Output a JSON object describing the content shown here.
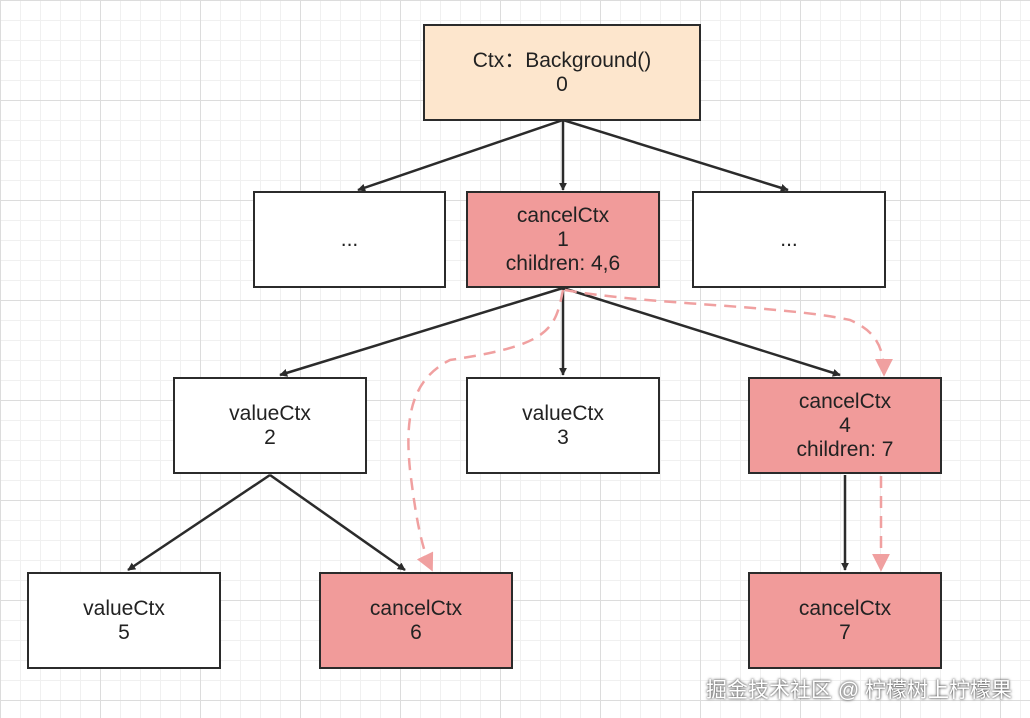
{
  "nodes": {
    "root": {
      "lines": [
        "Ctx：Background()",
        "0"
      ]
    },
    "ellipsis_left": {
      "lines": [
        "..."
      ]
    },
    "cancel1": {
      "lines": [
        "cancelCtx",
        "1",
        "children: 4,6"
      ]
    },
    "ellipsis_right": {
      "lines": [
        "..."
      ]
    },
    "value2": {
      "lines": [
        "valueCtx",
        "2"
      ]
    },
    "value3": {
      "lines": [
        "valueCtx",
        "3"
      ]
    },
    "cancel4": {
      "lines": [
        "cancelCtx",
        "4",
        "children: 7"
      ]
    },
    "value5": {
      "lines": [
        "valueCtx",
        "5"
      ]
    },
    "cancel6": {
      "lines": [
        "cancelCtx",
        "6"
      ]
    },
    "cancel7": {
      "lines": [
        "cancelCtx",
        "7"
      ]
    }
  },
  "edges": [
    {
      "from": "root",
      "to": "ellipsis_left",
      "style": "solid"
    },
    {
      "from": "root",
      "to": "cancel1",
      "style": "solid"
    },
    {
      "from": "root",
      "to": "ellipsis_right",
      "style": "solid"
    },
    {
      "from": "cancel1",
      "to": "value2",
      "style": "solid"
    },
    {
      "from": "cancel1",
      "to": "value3",
      "style": "solid"
    },
    {
      "from": "cancel1",
      "to": "cancel4",
      "style": "solid"
    },
    {
      "from": "value2",
      "to": "value5",
      "style": "solid"
    },
    {
      "from": "value2",
      "to": "cancel6",
      "style": "solid"
    },
    {
      "from": "cancel4",
      "to": "cancel7",
      "style": "solid"
    },
    {
      "from": "cancel1",
      "to": "cancel6",
      "style": "dashed"
    },
    {
      "from": "cancel1",
      "to": "cancel4",
      "style": "dashed"
    },
    {
      "from": "cancel4",
      "to": "cancel7",
      "style": "dashed"
    }
  ],
  "colors": {
    "root_fill": "#fde6cd",
    "cancel_fill": "#f19b9a",
    "plain_fill": "#ffffff",
    "solid_edge": "#2b2b2b",
    "dashed_edge": "#f0a0a0"
  },
  "watermark": "掘金技术社区 @ 柠檬树上柠檬果"
}
